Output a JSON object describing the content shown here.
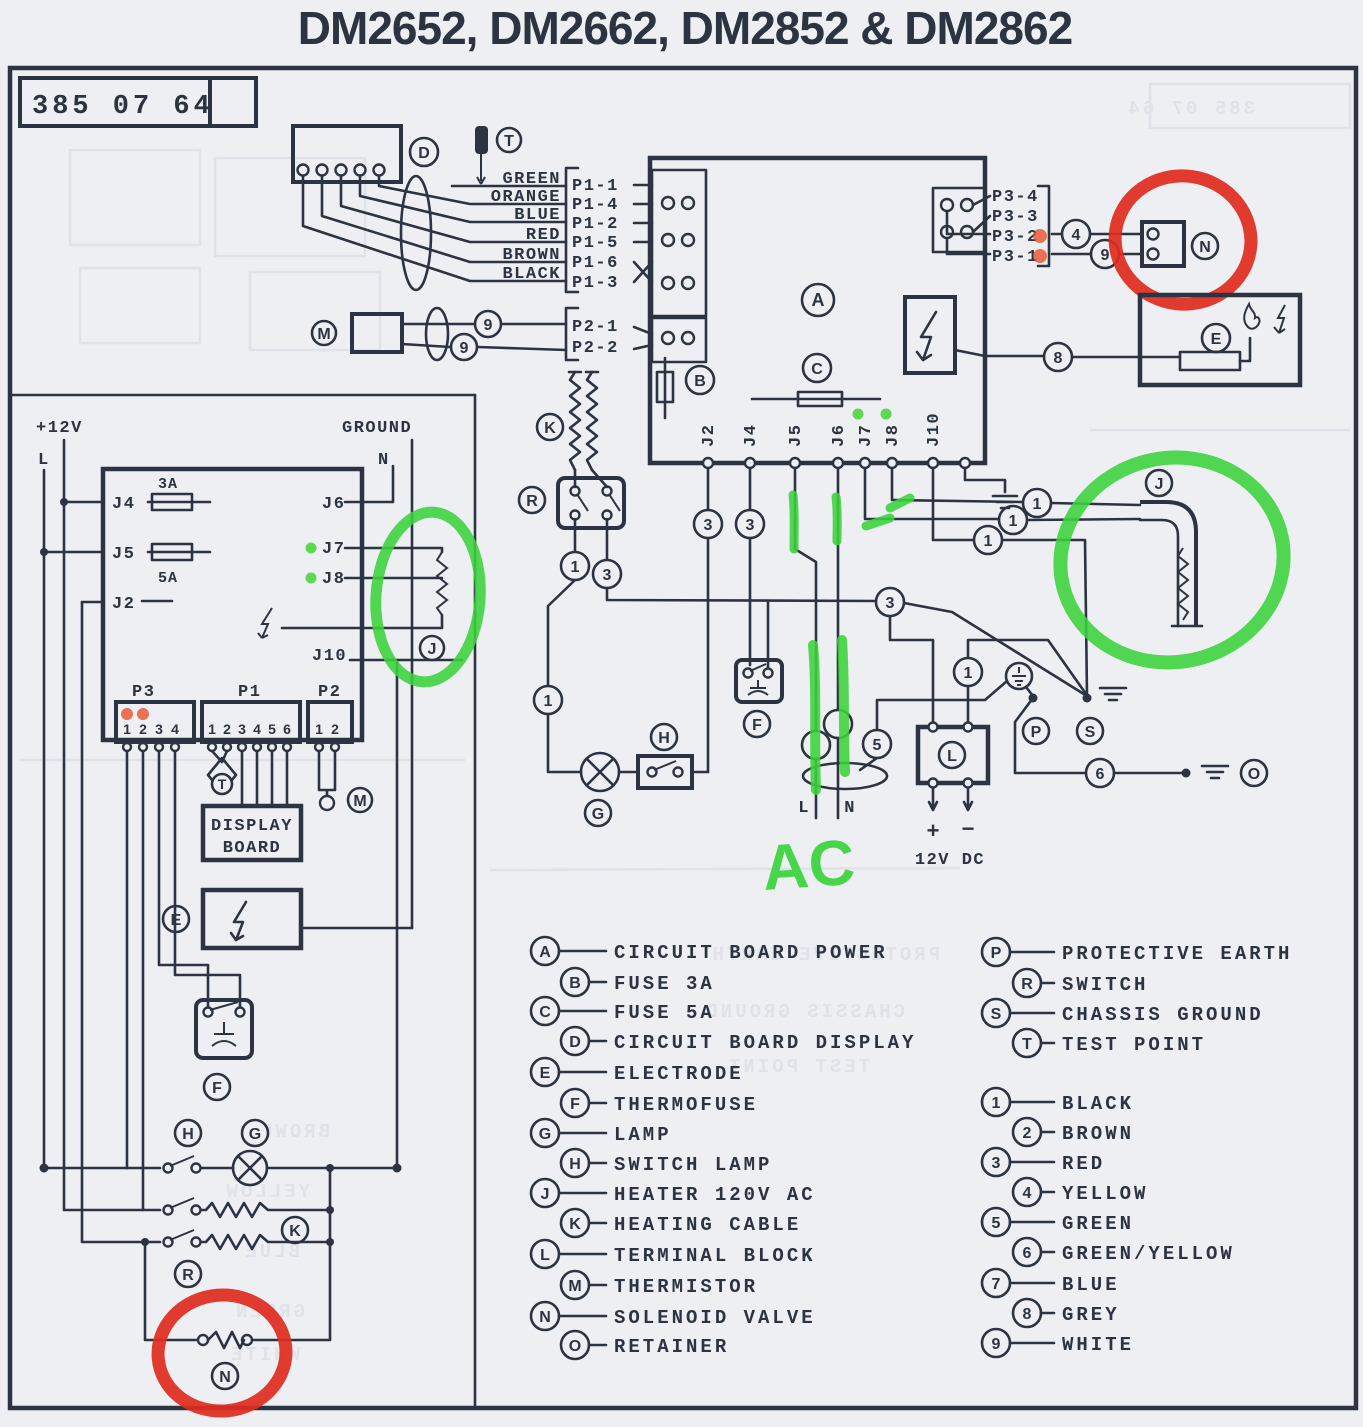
{
  "title": "DM2652, DM2662, DM2852 & DM2862",
  "ref_box": {
    "number": "385 07 64"
  },
  "letters": {
    "a": "A",
    "b": "B",
    "c": "C",
    "d": "D",
    "e": "E",
    "f": "F",
    "g": "G",
    "h": "H",
    "j": "J",
    "k": "K",
    "l": "L",
    "m": "M",
    "n": "N",
    "o": "O",
    "p": "P",
    "r": "R",
    "s": "S",
    "t": "T"
  },
  "wire_markers": {
    "w1": "1",
    "w3": "3",
    "w4": "4",
    "w5": "5",
    "w6": "6",
    "w8": "8",
    "w9": "9"
  },
  "top": {
    "wire_colors": [
      "GREEN",
      "ORANGE",
      "BLUE",
      "RED",
      "BROWN",
      "BLACK"
    ],
    "p1_pins": [
      "P1-1",
      "P1-4",
      "P1-2",
      "P1-5",
      "P1-6",
      "P1-3"
    ],
    "p2_pins": [
      "P2-1",
      "P2-2"
    ],
    "p3_pins": [
      "P3-4",
      "P3-3",
      "P3-2",
      "P3-1"
    ]
  },
  "board": {
    "terminals": [
      "J2",
      "J4",
      "J5",
      "J6",
      "J7",
      "J8",
      "J10"
    ]
  },
  "left_panel": {
    "plus_12v": "+12V",
    "l": "L",
    "ground": "GROUND",
    "n": "N",
    "j4": "J4",
    "fuse_3a": "3A",
    "j5": "J5",
    "fuse_5a": "5A",
    "j2": "J2",
    "j6": "J6",
    "j7": "J7",
    "j8": "J8",
    "j10": "J10",
    "p3": "P3",
    "p3_pins": [
      "1",
      "2",
      "3",
      "4"
    ],
    "p1": "P1",
    "p1_pins": [
      "1",
      "2",
      "3",
      "4",
      "5",
      "6"
    ],
    "p2": "P2",
    "p2_pins": [
      "1",
      "2"
    ],
    "display_board": [
      "DISPLAY",
      "BOARD"
    ]
  },
  "middle": {
    "l_ac": "L",
    "n_ac": "N",
    "supply_plus": "+",
    "supply_minus": "−",
    "supply": "12V DC"
  },
  "annotations": {
    "ac": "AC"
  },
  "legend_left": [
    {
      "key": "A",
      "label": "CIRCUIT BOARD POWER"
    },
    {
      "key": "B",
      "label": "FUSE 3A"
    },
    {
      "key": "C",
      "label": "FUSE 5A"
    },
    {
      "key": "D",
      "label": "CIRCUIT BOARD DISPLAY"
    },
    {
      "key": "E",
      "label": "ELECTRODE"
    },
    {
      "key": "F",
      "label": "THERMOFUSE"
    },
    {
      "key": "G",
      "label": "LAMP"
    },
    {
      "key": "H",
      "label": "SWITCH LAMP"
    },
    {
      "key": "J",
      "label": "HEATER 120V AC"
    },
    {
      "key": "K",
      "label": "HEATING CABLE"
    },
    {
      "key": "L",
      "label": "TERMINAL BLOCK"
    },
    {
      "key": "M",
      "label": "THERMISTOR"
    },
    {
      "key": "N",
      "label": "SOLENOID VALVE"
    },
    {
      "key": "O",
      "label": "RETAINER"
    }
  ],
  "legend_right": [
    {
      "key": "P",
      "label": "PROTECTIVE EARTH"
    },
    {
      "key": "R",
      "label": "SWITCH"
    },
    {
      "key": "S",
      "label": "CHASSIS GROUND"
    },
    {
      "key": "T",
      "label": "TEST POINT"
    },
    {
      "key": "1",
      "label": "BLACK"
    },
    {
      "key": "2",
      "label": "BROWN"
    },
    {
      "key": "3",
      "label": "RED"
    },
    {
      "key": "4",
      "label": "YELLOW"
    },
    {
      "key": "5",
      "label": "GREEN"
    },
    {
      "key": "6",
      "label": "GREEN/YELLOW"
    },
    {
      "key": "7",
      "label": "BLUE"
    },
    {
      "key": "8",
      "label": "GREY"
    },
    {
      "key": "9",
      "label": "WHITE"
    }
  ],
  "colors": {
    "ink": "#2b3440",
    "paper": "#edeff3",
    "red_marker": "#e02b20",
    "green_marker": "#3bd33b",
    "led_green": "#4cd63f",
    "orange_dot": "#e8512b"
  }
}
